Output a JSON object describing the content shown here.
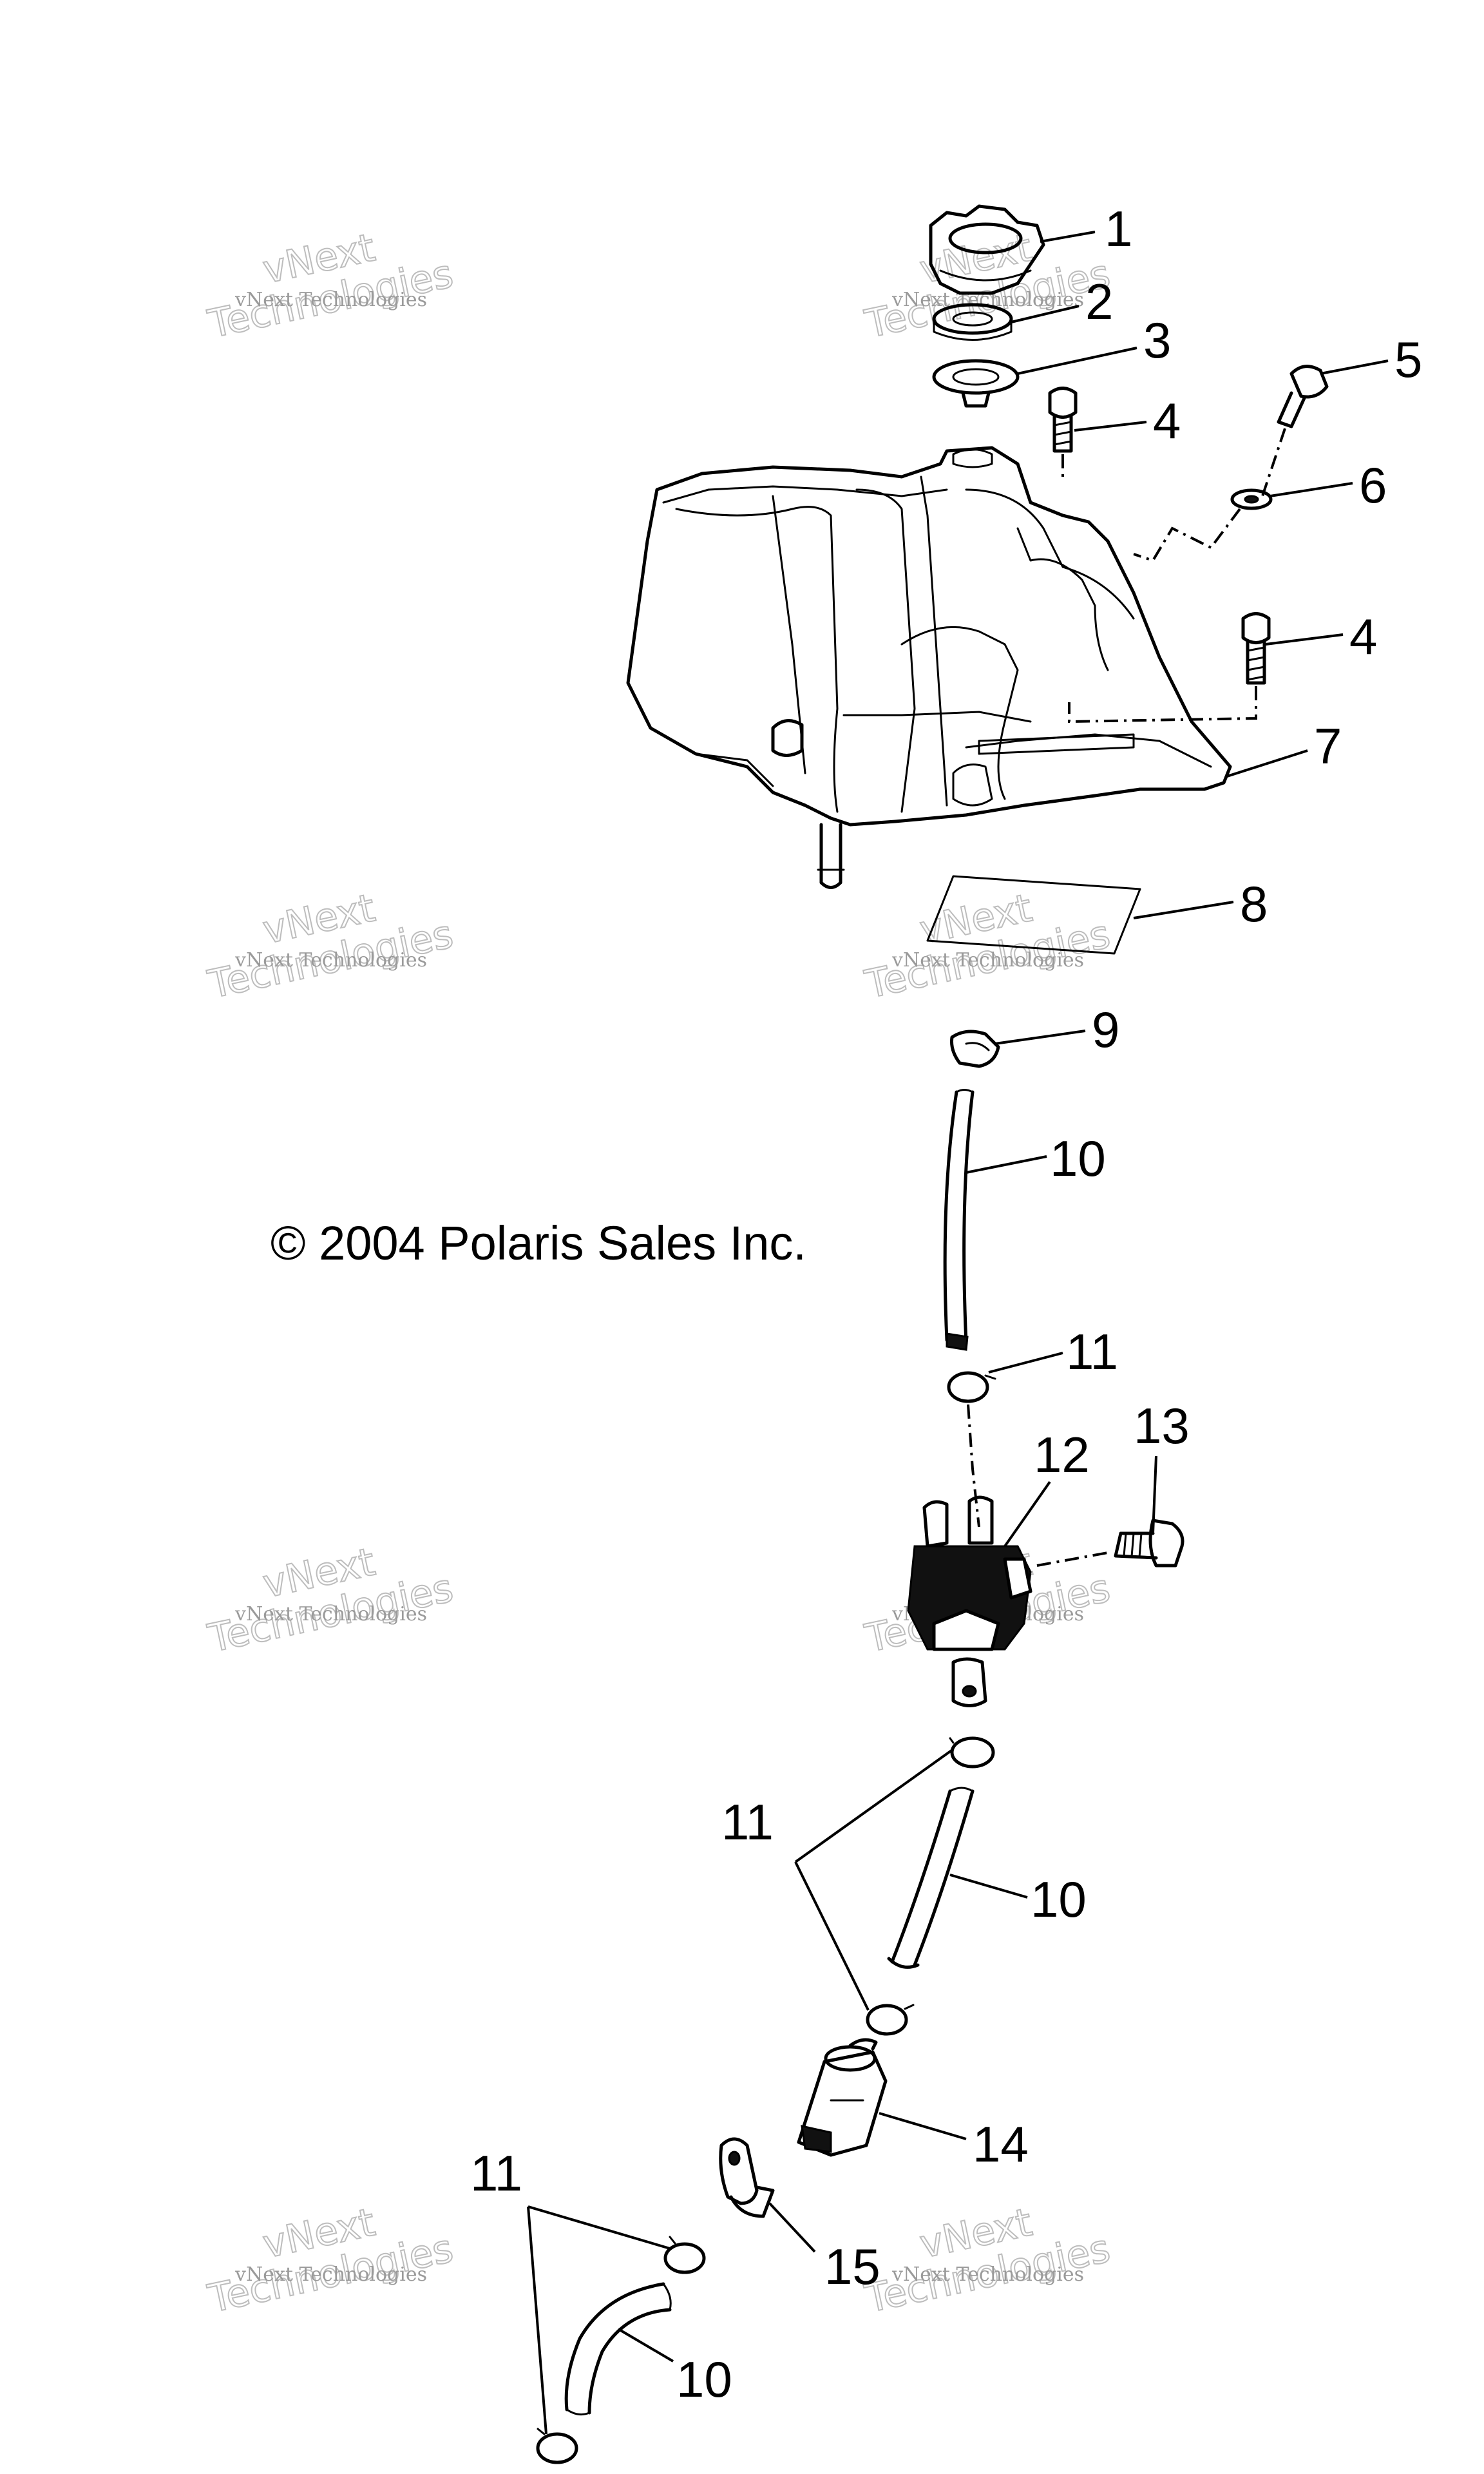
{
  "copyright": "© 2004 Polaris Sales Inc.",
  "watermark": {
    "line1": "vNext Technologies",
    "line2a": "vNext",
    "line2b": "Technologies"
  },
  "callouts": [
    "1",
    "2",
    "3",
    "4",
    "5",
    "6",
    "4",
    "7",
    "8",
    "9",
    "10",
    "11",
    "12",
    "13",
    "11",
    "10",
    "14",
    "15",
    "11",
    "10"
  ]
}
